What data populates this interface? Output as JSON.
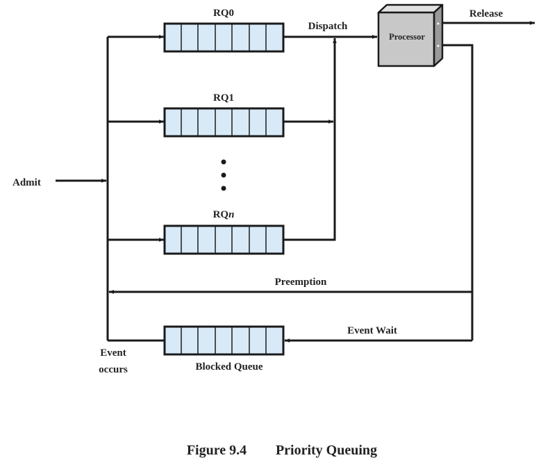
{
  "queues": {
    "rq0": "RQ0",
    "rq1": "RQ1",
    "rqn_prefix": "RQ",
    "rqn_suffix": "n",
    "blocked": "Blocked Queue"
  },
  "labels": {
    "admit": "Admit",
    "dispatch": "Dispatch",
    "release": "Release",
    "processor": "Processor",
    "preemption": "Preemption",
    "event_wait": "Event Wait",
    "event_line1": "Event",
    "event_line2": "occurs"
  },
  "caption": {
    "figure": "Figure 9.4",
    "title": "Priority Queuing"
  },
  "colors": {
    "queue_fill": "#d8eaf8",
    "processor_front": "#c8c8c8",
    "processor_top": "#e2e2e2",
    "processor_side": "#9a9a9a",
    "line": "#1a1a1a"
  }
}
